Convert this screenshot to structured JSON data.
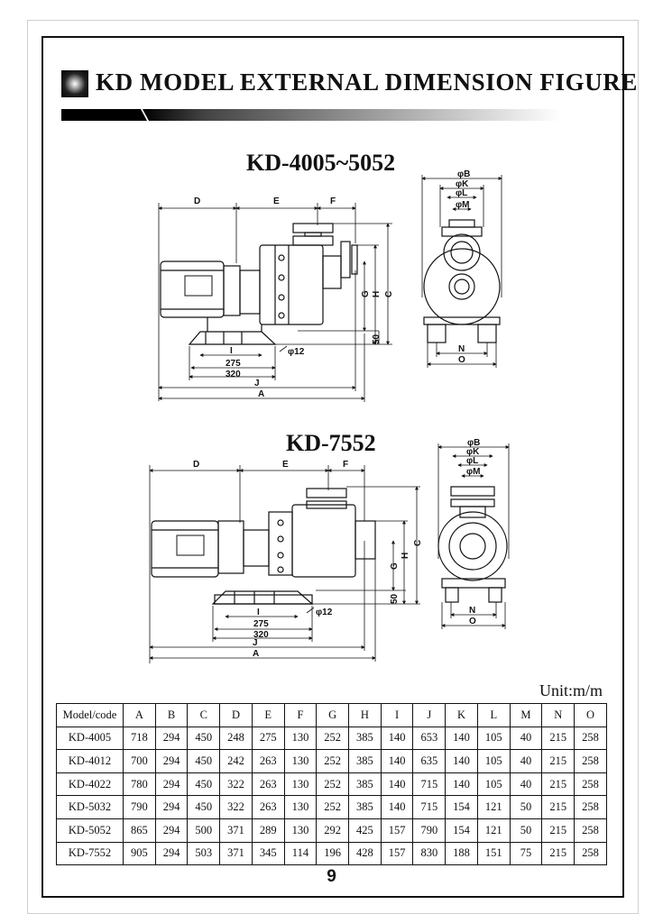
{
  "title": "KD MODEL EXTERNAL DIMENSION FIGURE",
  "figures": [
    {
      "heading": "KD-4005~5052",
      "dims": {
        "D": "D",
        "E": "E",
        "F": "F",
        "G": "G",
        "H": "H",
        "C": "C",
        "fifty": "50",
        "I": "I",
        "d275": "275",
        "d320": "320",
        "J": "J",
        "A": "A",
        "phi12": "φ12",
        "B": "φB",
        "K": "φK",
        "L": "φL",
        "M": "φM",
        "N": "N",
        "O": "O"
      }
    },
    {
      "heading": "KD-7552",
      "dims": {
        "D": "D",
        "E": "E",
        "F": "F",
        "G": "G",
        "H": "H",
        "C": "C",
        "fifty": "50",
        "I": "I",
        "d275": "275",
        "d320": "320",
        "J": "J",
        "A": "A",
        "phi12": "φ12",
        "B": "φB",
        "K": "φK",
        "L": "φL",
        "M": "φM",
        "N": "N",
        "O": "O"
      }
    }
  ],
  "unit_label": "Unit:m/m",
  "table": {
    "headers": [
      "Model/code",
      "A",
      "B",
      "C",
      "D",
      "E",
      "F",
      "G",
      "H",
      "I",
      "J",
      "K",
      "L",
      "M",
      "N",
      "O"
    ],
    "rows": [
      [
        "KD-4005",
        "718",
        "294",
        "450",
        "248",
        "275",
        "130",
        "252",
        "385",
        "140",
        "653",
        "140",
        "105",
        "40",
        "215",
        "258"
      ],
      [
        "KD-4012",
        "700",
        "294",
        "450",
        "242",
        "263",
        "130",
        "252",
        "385",
        "140",
        "635",
        "140",
        "105",
        "40",
        "215",
        "258"
      ],
      [
        "KD-4022",
        "780",
        "294",
        "450",
        "322",
        "263",
        "130",
        "252",
        "385",
        "140",
        "715",
        "140",
        "105",
        "40",
        "215",
        "258"
      ],
      [
        "KD-5032",
        "790",
        "294",
        "450",
        "322",
        "263",
        "130",
        "252",
        "385",
        "140",
        "715",
        "154",
        "121",
        "50",
        "215",
        "258"
      ],
      [
        "KD-5052",
        "865",
        "294",
        "500",
        "371",
        "289",
        "130",
        "292",
        "425",
        "157",
        "790",
        "154",
        "121",
        "50",
        "215",
        "258"
      ],
      [
        "KD-7552",
        "905",
        "294",
        "503",
        "371",
        "345",
        "114",
        "196",
        "428",
        "157",
        "830",
        "188",
        "151",
        "75",
        "215",
        "258"
      ]
    ]
  },
  "page_number": "9"
}
